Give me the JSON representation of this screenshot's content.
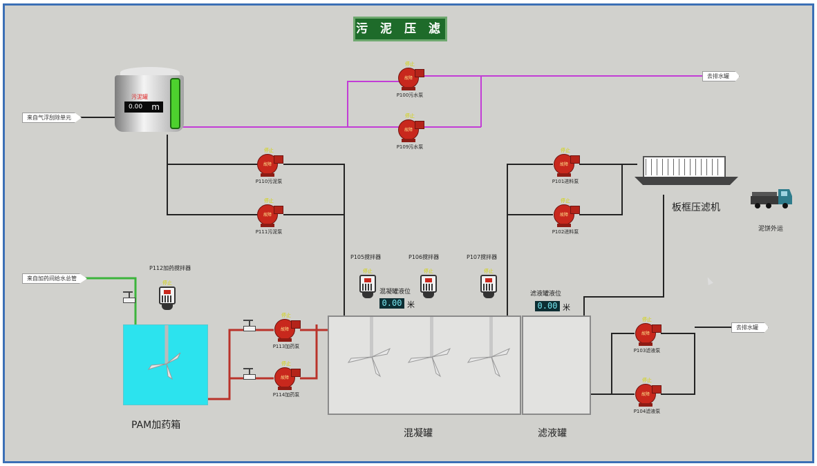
{
  "title": "污 泥 压 滤",
  "tags": {
    "from_air_float": "来自气浮刮除单元",
    "to_drain_top": "去排水罐",
    "from_pam_water": "来自加药间给水总管",
    "to_drain_right": "去排水罐"
  },
  "sludge_tank": {
    "name": "污泥罐",
    "value": "0.00",
    "unit": "m"
  },
  "pumps": {
    "p100": {
      "label": "P100污水泵",
      "status": "停止",
      "state": "故障"
    },
    "p109": {
      "label": "P109污水泵",
      "status": "停止",
      "state": "故障"
    },
    "p110": {
      "label": "P110污泥泵",
      "status": "停止",
      "state": "故障"
    },
    "p111": {
      "label": "P111污泥泵",
      "status": "停止",
      "state": "故障"
    },
    "p101": {
      "label": "P101进料泵",
      "status": "停止",
      "state": "故障"
    },
    "p102": {
      "label": "P102进料泵",
      "status": "停止",
      "state": "故障"
    },
    "p113": {
      "label": "P113加药泵",
      "status": "停止",
      "state": "故障"
    },
    "p114": {
      "label": "P114加药泵",
      "status": "停止",
      "state": "故障"
    },
    "p103": {
      "label": "P103滤液泵",
      "status": "停止",
      "state": "故障"
    },
    "p104": {
      "label": "P104滤液泵",
      "status": "停止",
      "state": "故障"
    }
  },
  "mixers": {
    "p112": {
      "label": "P112加药搅拌器",
      "status": "停止"
    },
    "p105": {
      "label": "P105搅拌器",
      "status": "停止"
    },
    "p106": {
      "label": "P106搅拌器",
      "status": "停止"
    },
    "p107": {
      "label": "P107搅拌器",
      "status": "停止"
    }
  },
  "coag_level": {
    "label": "混凝罐液位",
    "value": "0.00",
    "unit": "米"
  },
  "filtrate_level": {
    "label": "滤液罐液位",
    "value": "0.00",
    "unit": "米"
  },
  "labels": {
    "filter_press": "板框压滤机",
    "cake_transport": "泥饼外运",
    "pam_tank": "PAM加药箱",
    "coag_tank": "混凝罐",
    "filtrate_tank": "滤液罐"
  },
  "colors": {
    "sludge_pipe": "#222222",
    "water_pipe": "#c23cd6",
    "chem_pipe": "#b9332a",
    "feed_water_pipe": "#3cb43c",
    "pump": "#c8281d",
    "level_green": "#4dd12e",
    "pam_fill": "#2ce3ee"
  }
}
